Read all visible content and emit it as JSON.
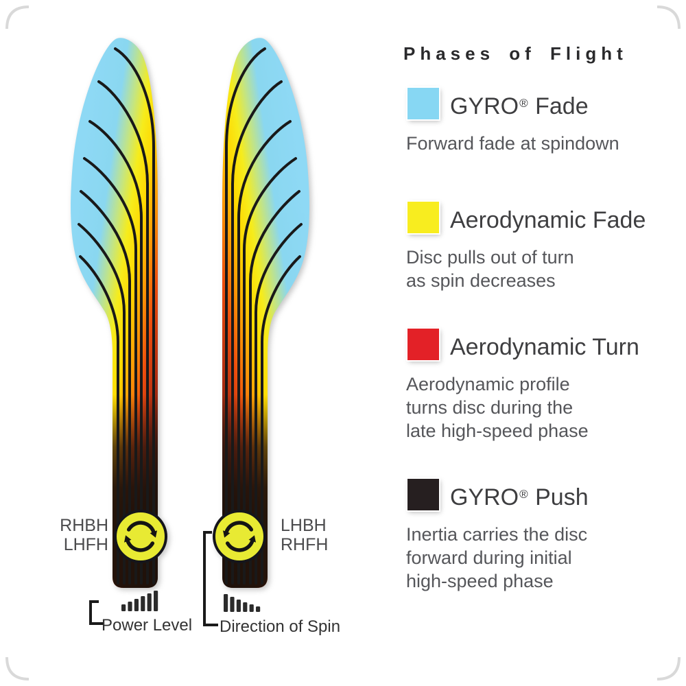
{
  "title": "Phases of Flight",
  "legend": {
    "items": [
      {
        "color": "#87D7F3",
        "label_pre": "GYRO",
        "label_reg": "®",
        "label_post": " Fade",
        "desc": [
          "Forward fade at spindown"
        ]
      },
      {
        "color": "#F8ED1F",
        "label_pre": "Aerodynamic Fade",
        "label_reg": "",
        "label_post": "",
        "desc": [
          "Disc pulls out of turn",
          "as spin decreases"
        ]
      },
      {
        "color": "#E32127",
        "label_pre": "Aerodynamic Turn",
        "label_reg": "",
        "label_post": "",
        "desc": [
          "Aerodynamic profile",
          "turns disc during the",
          "late high-speed phase"
        ]
      },
      {
        "color": "#261F20",
        "label_pre": "GYRO",
        "label_reg": "®",
        "label_post": " Push",
        "desc": [
          "Inertia carries the disc",
          "forward during initial",
          "high-speed phase"
        ]
      }
    ]
  },
  "diagram": {
    "left_throw_labels": [
      "RHBH",
      "LHFH"
    ],
    "right_throw_labels": [
      "LHBH",
      "RHFH"
    ],
    "power_label": "Power Level",
    "spin_label": "Direction of Spin",
    "icons": {
      "left_spin": "clockwise-spin-arrows",
      "right_spin": "counterclockwise-spin-arrows",
      "power_bars": "ascending-bars",
      "spin_bars": "descending-bars"
    },
    "flight_colors": {
      "gyro_fade": "#87D7F3",
      "aerodynamic_fade": "#FFE800",
      "aerodynamic_turn": "#E33D11",
      "gyro_push": "#23130C"
    }
  }
}
